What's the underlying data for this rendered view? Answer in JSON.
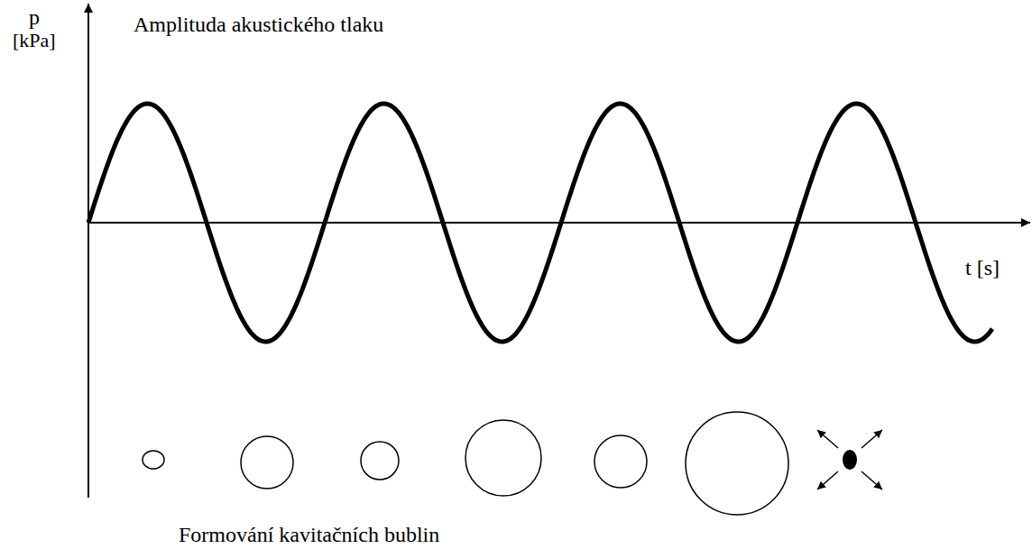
{
  "diagram": {
    "labels": [
      "p",
      "[kPa]",
      "Amplituda akustického tlaku",
      "t [s]",
      "Formování kavitačních bublin"
    ]
  }
}
